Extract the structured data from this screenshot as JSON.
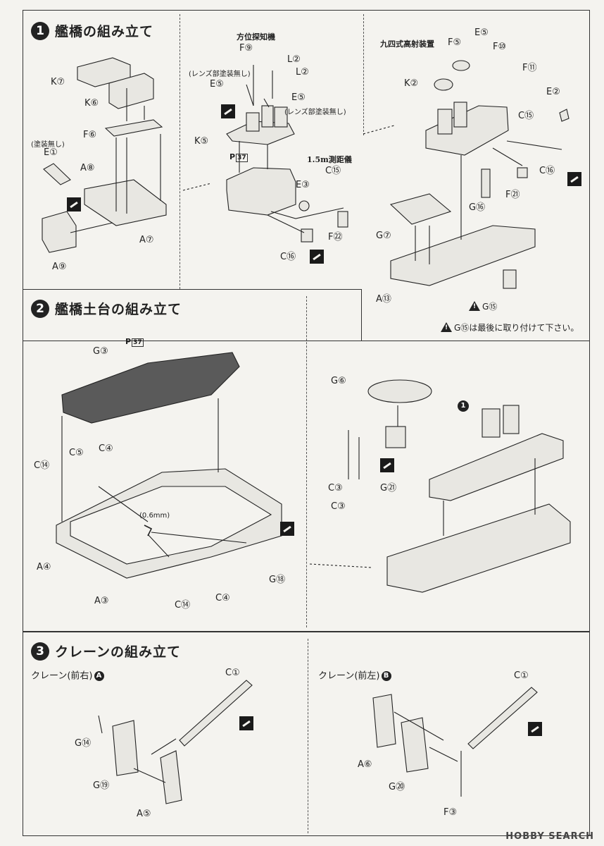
{
  "sections": {
    "s1": {
      "num": "1",
      "title": "艦橋の組み立て"
    },
    "s2": {
      "num": "2",
      "title": "艦橋土台の組み立て"
    },
    "s3": {
      "num": "3",
      "title": "クレーンの組み立て"
    }
  },
  "captions": {
    "direction_finder": "方位探知機",
    "rangefinder": "1.5m測距儀",
    "aa_director": "九四式高射装置"
  },
  "notes": {
    "no_paint": "(塗装無し)",
    "lens_no_paint_1": "(レンズ部塗装無し)",
    "lens_no_paint_2": "(レンズ部塗装無し)",
    "drill": "(0.6mm)",
    "warning_text": "は最後に取り付けて下さい。",
    "crane_a": "クレーン(前右)",
    "crane_b": "クレーン(前左)",
    "crane_a_badge": "A",
    "crane_b_badge": "B",
    "sub_badge": "1",
    "ph_prefix": "P",
    "ph_num": "37"
  },
  "parts": {
    "s1_K7": "K⑦",
    "s1_K6": "K⑥",
    "s1_F6": "F⑥",
    "s1_E1": "E①",
    "s1_A8": "A⑧",
    "s1_A7": "A⑦",
    "s1_A9": "A⑨",
    "s1_F9": "F⑨",
    "s1_L2a": "L②",
    "s1_L2b": "L②",
    "s1_E5a": "E⑤",
    "s1_E5b": "E⑤",
    "s1_K5": "K⑤",
    "s1_C15a": "C⑮",
    "s1_E3": "E③",
    "s1_F22": "F㉒",
    "s1_C16a": "C⑯",
    "s1_F5": "F⑤",
    "s1_E5c": "E⑤",
    "s1_F10": "F⑩",
    "s1_K2": "K②",
    "s1_F11": "F⑪",
    "s1_E2": "E②",
    "s1_C15b": "C⑮",
    "s1_C16b": "C⑯",
    "s1_F21": "F㉑",
    "s1_G16": "G⑯",
    "s1_G7": "G⑦",
    "s1_A13": "A⑬",
    "s1_G15": "G⑮",
    "s1_G15w": "G⑮",
    "s2_G3": "G③",
    "s2_C14a": "C⑭",
    "s2_C5": "C⑤",
    "s2_C4a": "C④",
    "s2_A4": "A④",
    "s2_A3": "A③",
    "s2_C14b": "C⑭",
    "s2_C4b": "C④",
    "s2_G18": "G⑱",
    "s2_G6": "G⑥",
    "s2_C3a": "C③",
    "s2_C3b": "C③",
    "s2_G21": "G㉑",
    "s3_C1a": "C①",
    "s3_G14": "G⑭",
    "s3_G19": "G⑲",
    "s3_A5": "A⑤",
    "s3_C1b": "C①",
    "s3_A6": "A⑥",
    "s3_G20": "G⑳",
    "s3_F3": "F③"
  },
  "watermark": "HOBBY SEARCH"
}
